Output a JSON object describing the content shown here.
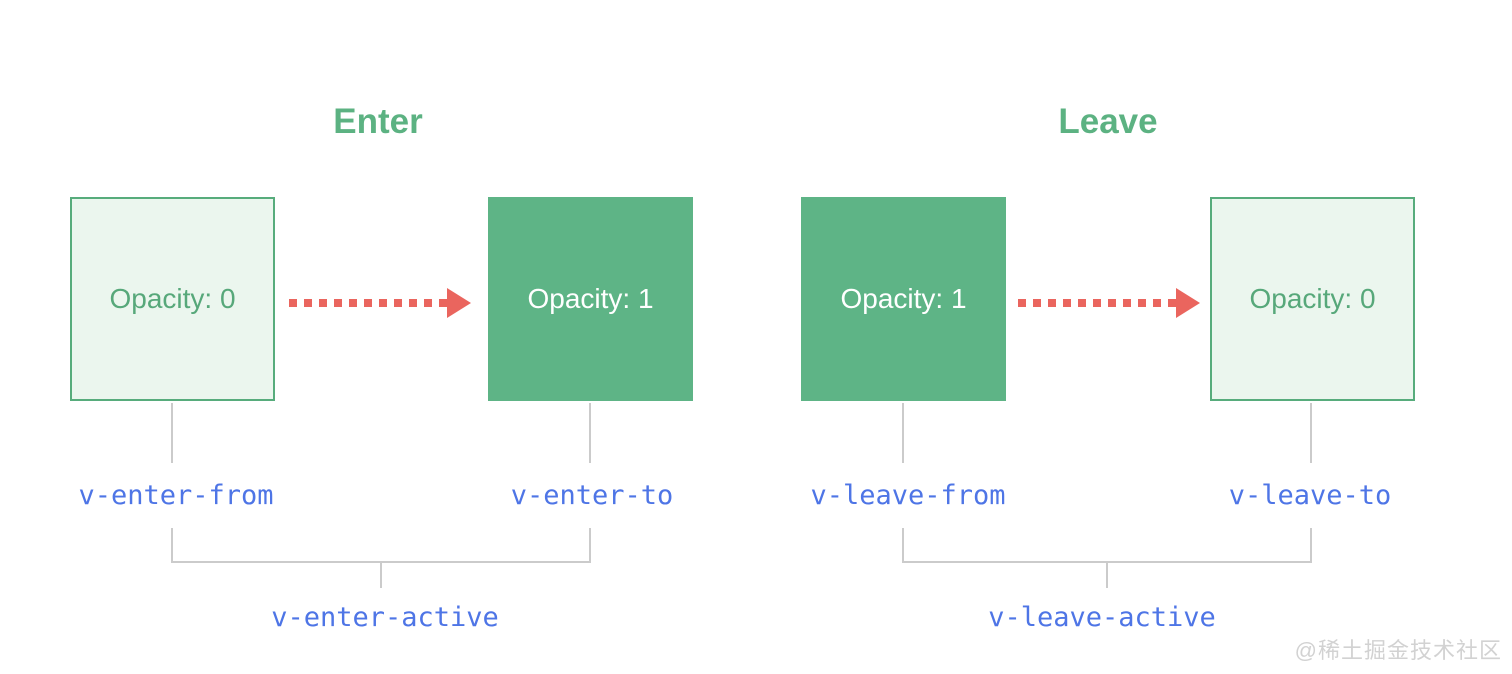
{
  "enter": {
    "heading": "Enter",
    "from_box_label": "Opacity: 0",
    "to_box_label": "Opacity: 1",
    "from_class": "v-enter-from",
    "to_class": "v-enter-to",
    "active_class": "v-enter-active"
  },
  "leave": {
    "heading": "Leave",
    "from_box_label": "Opacity: 1",
    "to_box_label": "Opacity: 0",
    "from_class": "v-leave-from",
    "to_class": "v-leave-to",
    "active_class": "v-leave-active"
  },
  "watermark": "@稀土掘金技术社区",
  "colors": {
    "solid_green": "#5eb486",
    "light_green_fill": "#ebf6ee",
    "green_border": "#57ac7c",
    "heading_green": "#5cb282",
    "label_blue": "#4e75e6",
    "arrow_red": "#ea655e",
    "line_gray": "#cbcbcb",
    "watermark_gray": "#d2d2d2"
  }
}
